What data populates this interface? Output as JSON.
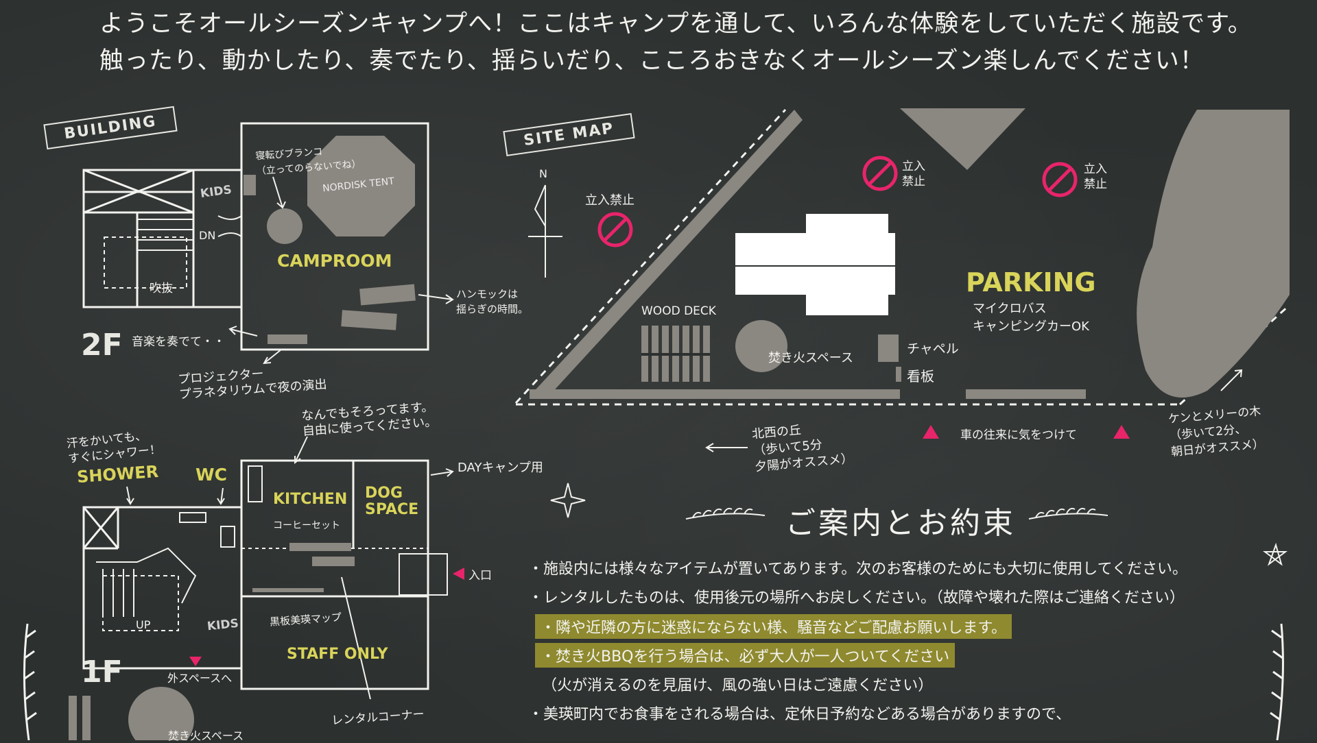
{
  "intro": {
    "line1": "ようこそオールシーズンキャンプへ！ここはキャンプを通して、いろんな体験をしていただく施設です。",
    "line2": "触ったり、動かしたり、奏でたり、揺らいだり、こころおきなくオールシーズン楽しんでください！"
  },
  "building": {
    "ribbon": "BUILDING",
    "floor2": {
      "label": "2F",
      "kids": "KIDS",
      "dn": "DN",
      "fukinuke": "吹抜",
      "camproom": "CAMPROOM",
      "nordisk": "NORDISK TENT",
      "swing_note": "寝転びブランコ\n（立ってのらないでね）",
      "hammock_note": "ハンモックは\n揺らぎの時間。",
      "music_note": "音楽を奏でて・・",
      "projector_note": "プロジェクター\nプラネタリウムで夜の演出"
    },
    "floor1": {
      "label": "1F",
      "shower": "SHOWER",
      "shower_note": "汗をかいても、\nすぐにシャワー！",
      "wc": "WC",
      "kitchen": "KITCHEN",
      "coffee": "コーヒーセット",
      "dog_space": "DOG\nSPACE",
      "kitchen_note": "なんでもそろってます。\n自由に使ってください。",
      "day_camp": "DAYキャンプ用",
      "entrance": "入口",
      "up": "UP",
      "kids": "KIDS",
      "blackboard_map": "黒板美瑛マップ",
      "staff_only": "STAFF ONLY",
      "outside": "外スペースへ",
      "rental": "レンタルコーナー",
      "bonfire": "焚き火スペース"
    }
  },
  "site": {
    "ribbon": "SITE MAP",
    "north": "N",
    "no_entry_1": "立入禁止",
    "no_entry_2": "立入\n禁止",
    "no_entry_3": "立入\n禁止",
    "wood_deck": "WOOD DECK",
    "bonfire": "焚き火スペース",
    "chapel": "チャペル",
    "sign": "看板",
    "parking": "PARKING",
    "parking_note": "マイクロバス\nキャンピングカーOK",
    "nw_hill": "北西の丘\n（歩いて5分\n夕陽がオススメ）",
    "traffic": "車の往来に気をつけて",
    "ken_mary": "ケンとメリーの木\n（歩いて2分、\n朝日がオススメ）"
  },
  "rules": {
    "title": "ご案内とお約束",
    "items": [
      "・施設内には様々なアイテムが置いてあります。次のお客様のためにも大切に使用してください。",
      "・レンタルしたものは、使用後元の場所へお戻しください。（故障や壊れた際はご連絡ください）",
      "・隣や近隣の方に迷惑にならない様、騒音などご配慮お願いします。",
      "・焚き火BBQを行う場合は、必ず大人が一人ついてください",
      "（火が消えるのを見届け、風の強い日はご遠慮ください）",
      "・美瑛町内でお食事をされる場合は、定休日予約などある場合がありますので、"
    ]
  },
  "colors": {
    "board": "#2c302f",
    "chalk": "#f2f2ee",
    "yellow": "#d9d45a",
    "pink": "#e8246a",
    "gray_fill": "#8b8781",
    "highlight": "#8f8a2f"
  }
}
